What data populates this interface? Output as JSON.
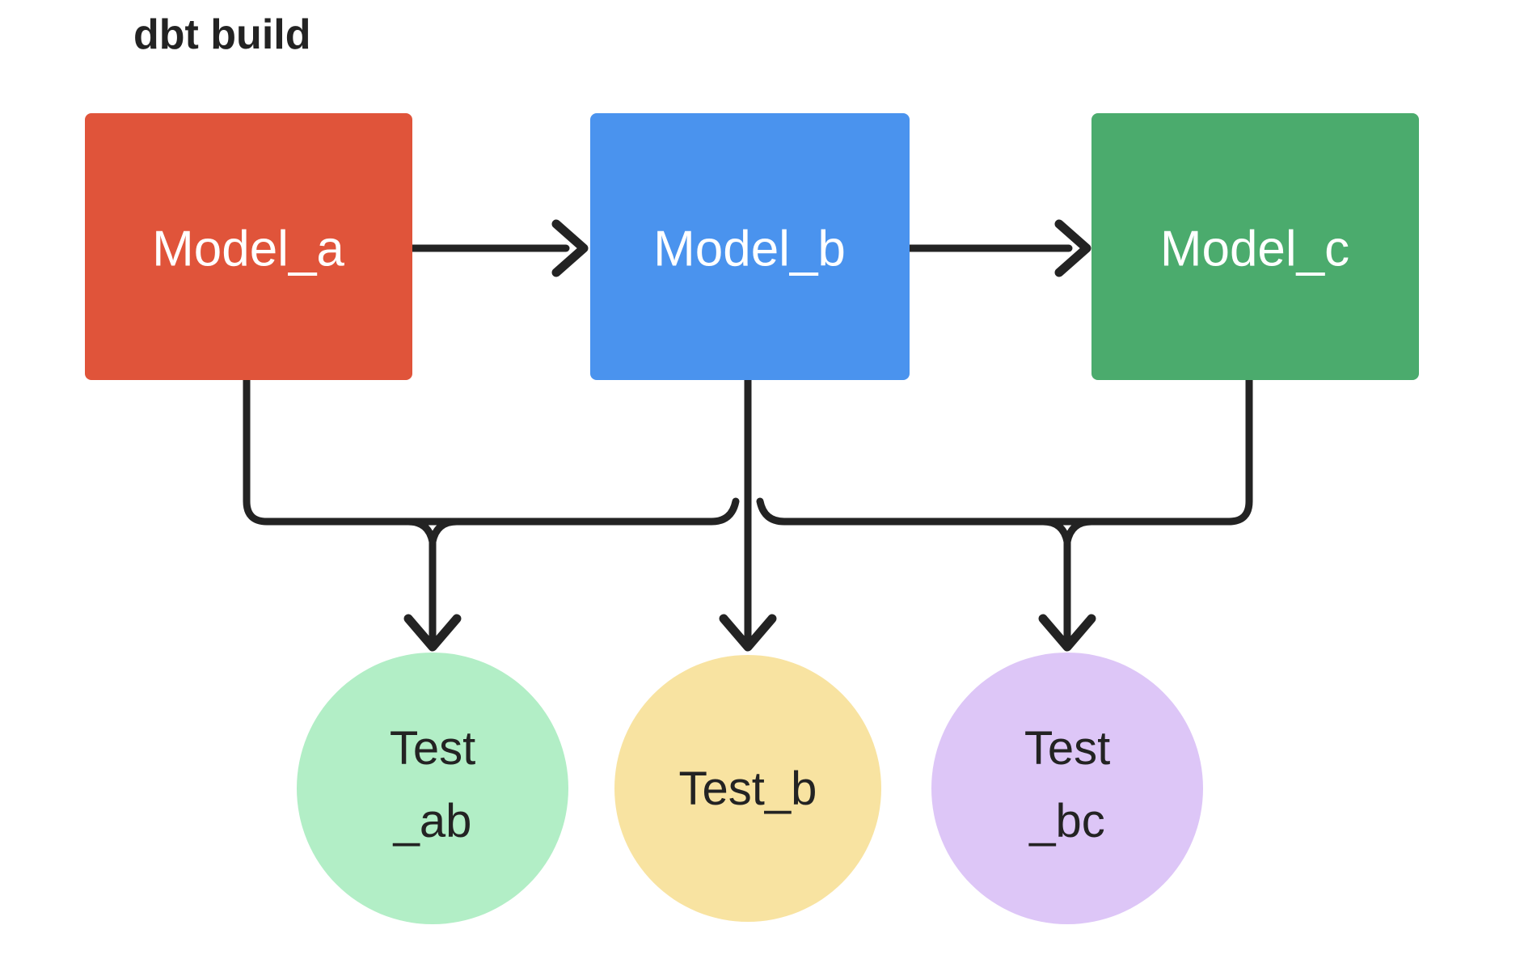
{
  "title": "dbt build",
  "colors": {
    "background": "#ffffff",
    "ink": "#232323",
    "model_a": "#e0543a",
    "model_b": "#4a93ee",
    "model_c": "#4bab6d",
    "test_ab": "#b2eec6",
    "test_b": "#f8e3a1",
    "test_bc": "#ddc6f7",
    "box_text": "#ffffff",
    "circle_text": "#232323"
  },
  "models": [
    {
      "id": "model_a",
      "label": "Model_a",
      "color": "#e0543a"
    },
    {
      "id": "model_b",
      "label": "Model_b",
      "color": "#4a93ee"
    },
    {
      "id": "model_c",
      "label": "Model_c",
      "color": "#4bab6d"
    }
  ],
  "tests": [
    {
      "id": "test_ab",
      "label": "Test_ab",
      "line1": "Test",
      "line2": "_ab",
      "color": "#b2eec6"
    },
    {
      "id": "test_b",
      "label": "Test_b",
      "line1": "Test_b",
      "line2": "",
      "color": "#f8e3a1"
    },
    {
      "id": "test_bc",
      "label": "Test_bc",
      "line1": "Test",
      "line2": "_bc",
      "color": "#ddc6f7"
    }
  ],
  "edges": [
    {
      "from": "Model_a",
      "to": "Model_b",
      "kind": "arrow-right"
    },
    {
      "from": "Model_b",
      "to": "Model_c",
      "kind": "arrow-right"
    },
    {
      "from": "Model_a",
      "to": "Test_ab",
      "kind": "arrow-down"
    },
    {
      "from": "Model_b",
      "to": "Test_ab",
      "kind": "arrow-down"
    },
    {
      "from": "Model_b",
      "to": "Test_b",
      "kind": "arrow-down"
    },
    {
      "from": "Model_b",
      "to": "Test_bc",
      "kind": "arrow-down"
    },
    {
      "from": "Model_c",
      "to": "Test_bc",
      "kind": "arrow-down"
    }
  ]
}
